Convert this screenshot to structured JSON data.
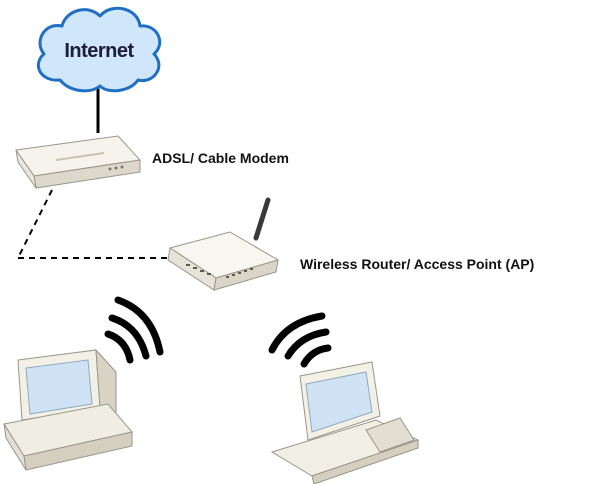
{
  "nodes": {
    "internet": {
      "label": "Internet",
      "icon": "cloud-icon"
    },
    "modem": {
      "label": "ADSL/ Cable Modem",
      "icon": "modem-icon"
    },
    "router": {
      "label": "Wireless Router/ Access Point (AP)",
      "icon": "wireless-router-icon"
    },
    "desktop": {
      "icon": "desktop-computer-icon"
    },
    "laptop": {
      "icon": "laptop-computer-icon"
    }
  },
  "colors": {
    "cloud_fill": "#cfe6fb",
    "cloud_stroke": "#1f6fc4",
    "device_body": "#f3f0e6",
    "device_shadow": "#cdc8b8",
    "screen": "#cfe3f4",
    "line": "#000000"
  }
}
